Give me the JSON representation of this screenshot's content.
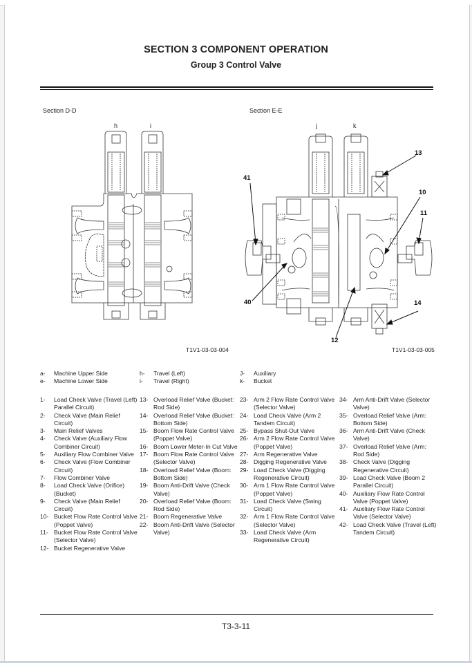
{
  "header": {
    "section_title": "SECTION 3 COMPONENT OPERATION",
    "group_title": "Group 3 Control Valve"
  },
  "figures": {
    "left": {
      "label": "Section D-D",
      "figure_id": "T1V1-03-03-004",
      "spool_labels": [
        "h",
        "i"
      ]
    },
    "right": {
      "label": "Section E-E",
      "figure_id": "T1V1-03-03-005",
      "spool_labels": [
        "j",
        "k"
      ],
      "callouts": [
        "41",
        "40",
        "13",
        "10",
        "11",
        "14",
        "12"
      ]
    }
  },
  "legend_letters": [
    {
      "key": "a-",
      "text": "Machine Upper Side"
    },
    {
      "key": "e-",
      "text": "Machine Lower Side"
    },
    {
      "key": "h-",
      "text": "Travel (Left)"
    },
    {
      "key": "i-",
      "text": "Travel (Right)"
    },
    {
      "key": "J-",
      "text": "Auxiliary"
    },
    {
      "key": "k-",
      "text": "Bucket"
    }
  ],
  "legend_columns": [
    [
      {
        "n": "1-",
        "t": "Load Check Valve (Travel (Left) Parallel Circuit)"
      },
      {
        "n": "2-",
        "t": "Check Valve (Main Relief Circuit)"
      },
      {
        "n": "3-",
        "t": "Main Relief Valves"
      },
      {
        "n": "4-",
        "t": "Check Valve (Auxiliary Flow Combiner Circuit)"
      },
      {
        "n": "5-",
        "t": "Auxiliary Flow Combiner Valve"
      },
      {
        "n": "6-",
        "t": "Check Valve (Flow Combiner Circuit)"
      },
      {
        "n": "7-",
        "t": "Flow Combiner Valve"
      },
      {
        "n": "8-",
        "t": "Load Check Valve (Orifice) (Bucket)"
      },
      {
        "n": "9-",
        "t": "Check Valve (Main Relief Circuit)"
      },
      {
        "n": "10-",
        "t": "Bucket Flow Rate Control Valve (Poppet Valve)"
      },
      {
        "n": "11-",
        "t": "Bucket Flow Rate Control Valve (Selector Valve)"
      },
      {
        "n": "12-",
        "t": "Bucket Regenerative Valve"
      }
    ],
    [
      {
        "n": "13-",
        "t": "Overload Relief Valve (Bucket: Rod Side)"
      },
      {
        "n": "14-",
        "t": "Overload Relief Valve (Bucket: Bottom Side)"
      },
      {
        "n": "15-",
        "t": "Boom Flow Rate Control Valve (Poppet Valve)"
      },
      {
        "n": "16-",
        "t": "Boom Lower Meter-In Cut Valve"
      },
      {
        "n": "17-",
        "t": "Boom Flow Rate Control Valve (Selector Valve)"
      },
      {
        "n": "18-",
        "t": "Overload Relief Valve (Boom: Bottom Side)"
      },
      {
        "n": "19-",
        "t": "Boom Anti-Drift Valve (Check Valve)"
      },
      {
        "n": "20-",
        "t": "Overload Relief Valve (Boom: Rod Side)"
      },
      {
        "n": "21-",
        "t": "Boom Regenerative Valve"
      },
      {
        "n": "22-",
        "t": "Boom Anti-Drift Valve (Selector Valve)"
      }
    ],
    [
      {
        "n": "23-",
        "t": "Arm 2 Flow Rate Control Valve (Selector Valve)"
      },
      {
        "n": "24-",
        "t": "Load Check Valve (Arm 2 Tandem Circuit)"
      },
      {
        "n": "25-",
        "t": "Bypass Shut-Out Valve"
      },
      {
        "n": "26-",
        "t": "Arm 2 Flow Rate Control Valve (Poppet Valve)"
      },
      {
        "n": "27-",
        "t": "Arm Regenerative Valve"
      },
      {
        "n": "28-",
        "t": "Digging Regenerative Valve"
      },
      {
        "n": "29-",
        "t": "Load Check Valve (Digging Regenerative Circuit)"
      },
      {
        "n": "30-",
        "t": "Arm 1 Flow Rate Control Valve (Poppet Valve)"
      },
      {
        "n": "31-",
        "t": "Load Check Valve (Swing Circuit)"
      },
      {
        "n": "32-",
        "t": "Arm 1 Flow Rate Control Valve (Selector Valve)"
      },
      {
        "n": "33-",
        "t": "Load Check Valve (Arm Regenerative Circuit)"
      }
    ],
    [
      {
        "n": "34-",
        "t": "Arm Anti-Drift Valve (Selector Valve)"
      },
      {
        "n": "35-",
        "t": "Overload Relief Valve (Arm: Bottom Side)"
      },
      {
        "n": "36-",
        "t": "Arm Anti-Drift Valve (Check Valve)"
      },
      {
        "n": "37-",
        "t": "Overload Relief Valve (Arm: Rod Side)"
      },
      {
        "n": "38-",
        "t": "Check Valve (Digging Regenerative Circuit)"
      },
      {
        "n": "39-",
        "t": "Load Check Valve (Boom 2 Parallel Circuit)"
      },
      {
        "n": "40-",
        "t": "Auxiliary Flow Rate Control Valve (Poppet Valve)"
      },
      {
        "n": "41-",
        "t": "Auxiliary Flow Rate Control Valve (Selector Valve)"
      },
      {
        "n": "42-",
        "t": "Load Check Valve (Travel (Left) Tandem Circuit)"
      }
    ]
  ],
  "footer": {
    "page_number": "T3-3-11"
  }
}
